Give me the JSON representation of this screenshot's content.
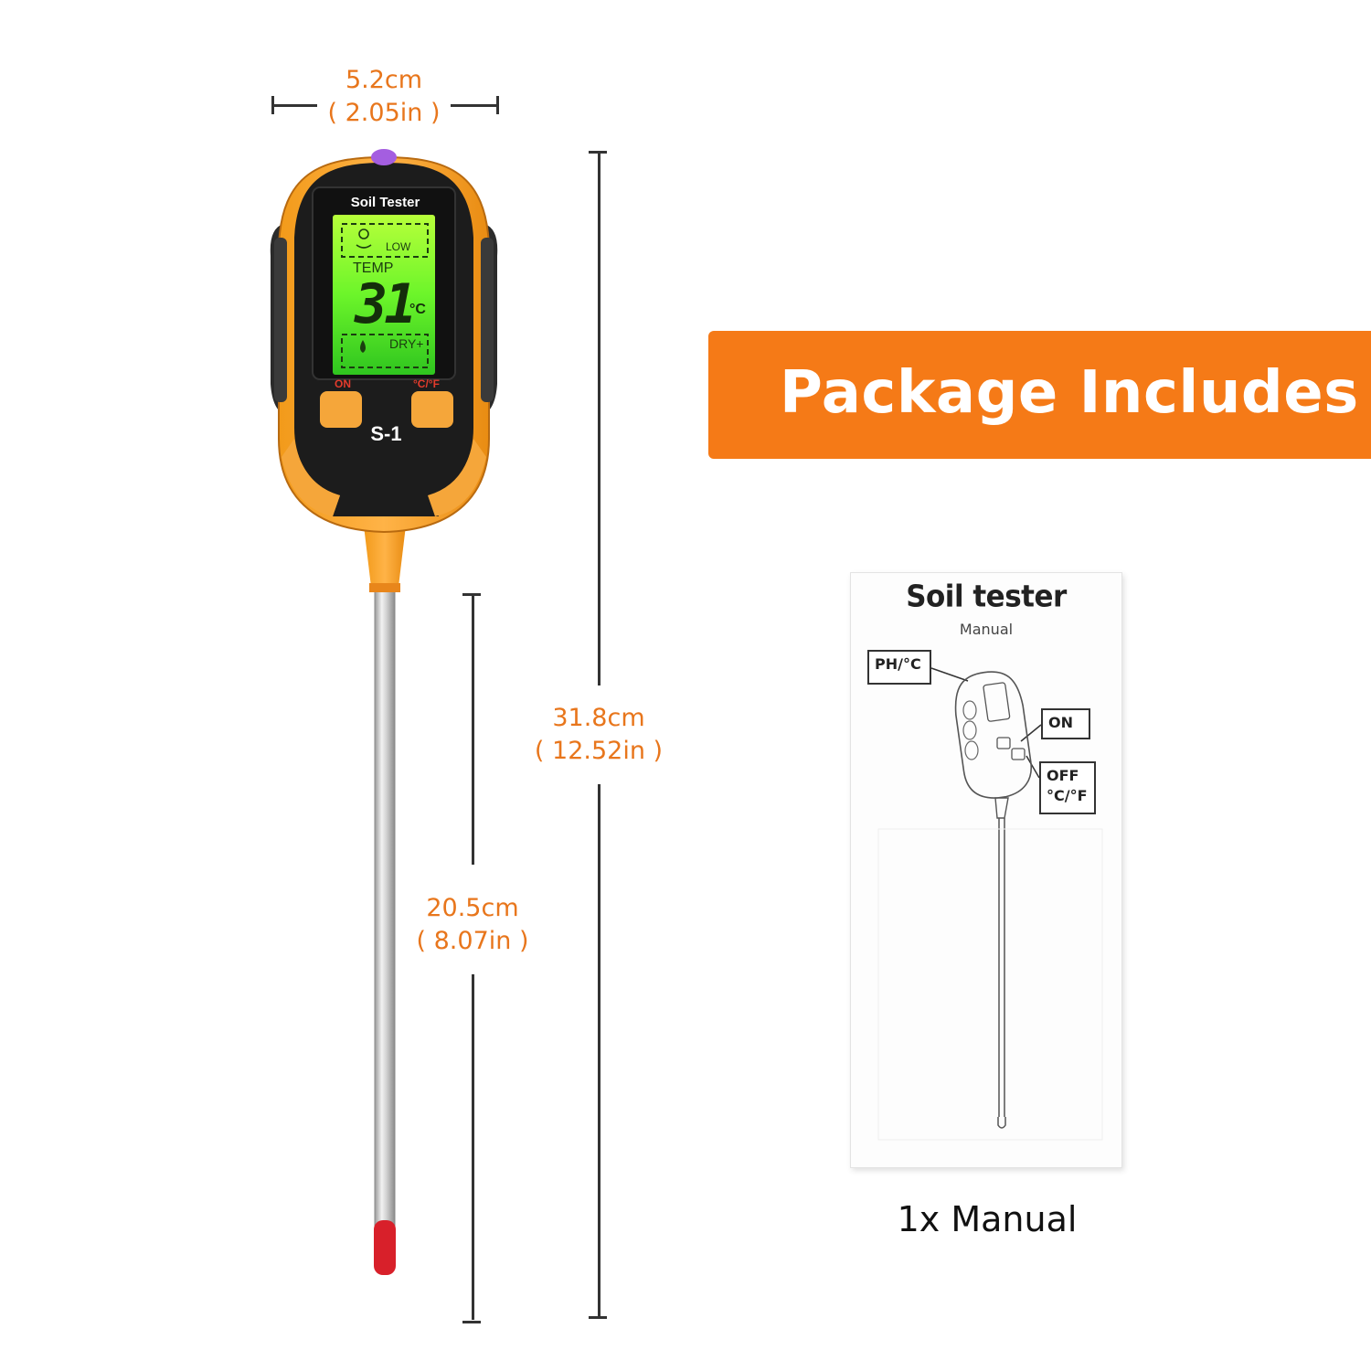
{
  "dimensions": {
    "width_cm": "5.2cm",
    "width_in": "( 2.05in )",
    "total_cm": "31.8cm",
    "total_in": "( 12.52in )",
    "probe_cm": "20.5cm",
    "probe_in": "( 8.07in )"
  },
  "device": {
    "screen_title": "Soil Tester",
    "low_label": "LOW",
    "temp_label": "TEMP",
    "reading": "31",
    "unit": "°C",
    "dry_label": "DRY+",
    "on_label": "ON",
    "unit_button_label": "°C/°F",
    "model": "S-1"
  },
  "banner": {
    "title": "Package Includes"
  },
  "manual": {
    "title": "Soil tester",
    "subtitle": "Manual",
    "label_ph": "PH/°C",
    "label_on": "ON",
    "label_off": "OFF",
    "label_unit": "°C/°F",
    "caption": "1x Manual"
  },
  "colors": {
    "accent": "#f57a17",
    "dimension_text": "#e8761c",
    "device_orange": "#f5a623",
    "device_black": "#1c1c1c",
    "lcd_green": "#7cff2e"
  }
}
